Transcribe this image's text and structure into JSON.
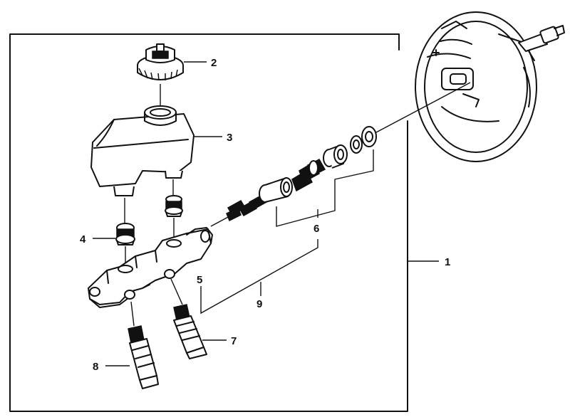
{
  "diagram": {
    "callouts": [
      {
        "id": "c1",
        "text": "1"
      },
      {
        "id": "c2",
        "text": "2"
      },
      {
        "id": "c3",
        "text": "3"
      },
      {
        "id": "c4",
        "text": "4"
      },
      {
        "id": "c5",
        "text": "5"
      },
      {
        "id": "c6",
        "text": "6"
      },
      {
        "id": "c7",
        "text": "7"
      },
      {
        "id": "c8",
        "text": "8"
      },
      {
        "id": "c9",
        "text": "9"
      }
    ],
    "colors": {
      "ink": "#111111",
      "paper": "#ffffff"
    }
  }
}
